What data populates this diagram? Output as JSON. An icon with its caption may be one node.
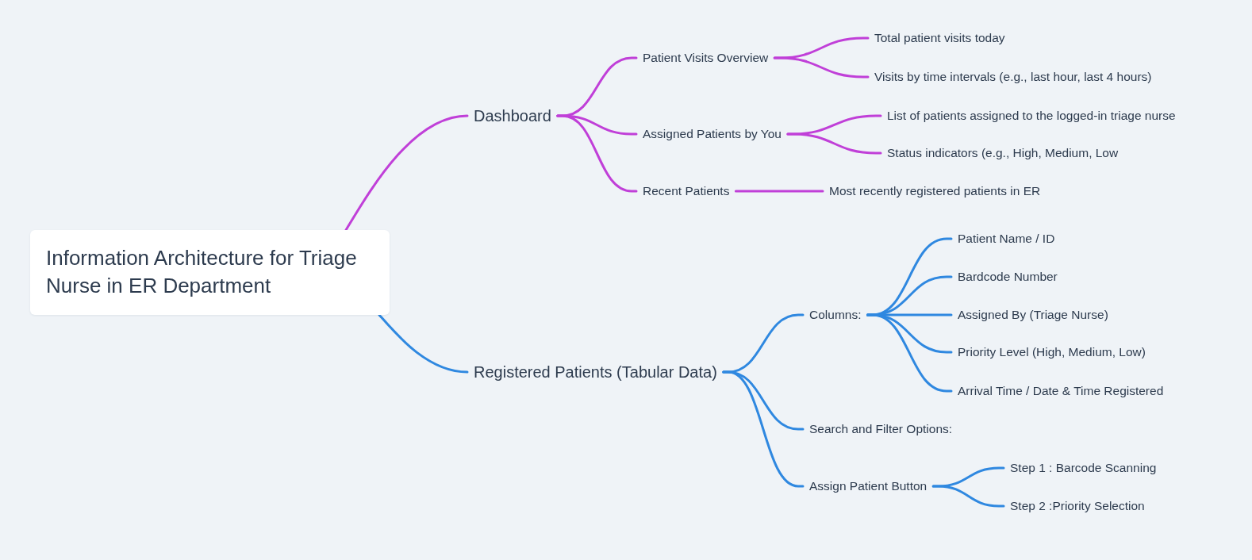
{
  "diagram": {
    "nodes": [
      {
        "text": [
          "Information Architecture for Triage Nurse in ER Department"
        ]
      },
      {
        "text": [
          "Dashboard"
        ]
      },
      {
        "text": [
          "Patient Visits Overview"
        ]
      },
      {
        "text": [
          "Total patient visits today"
        ]
      },
      {
        "text": [
          "Visits by time intervals (e.g., last hour, last 4 hours)"
        ]
      },
      {
        "text": [
          "Assigned Patients by You"
        ]
      },
      {
        "text": [
          "List of patients assigned to the logged-in triage nurse"
        ]
      },
      {
        "text": [
          "Status indicators (e.g., High, Medium, Low"
        ]
      },
      {
        "text": [
          "Recent Patients"
        ]
      },
      {
        "text": [
          "Most recently registered patients in ER"
        ]
      },
      {
        "text": [
          "Registered Patients (Tabular Data)"
        ]
      },
      {
        "text": [
          "Columns:"
        ]
      },
      {
        "text": [
          "Patient Name / ID"
        ]
      },
      {
        "text": [
          "Bardcode Number"
        ]
      },
      {
        "text": [
          "Assigned By (Triage Nurse)"
        ]
      },
      {
        "text": [
          "Priority Level (High, Medium, Low)"
        ]
      },
      {
        "text": [
          "Arrival Time / Date & Time Registered"
        ]
      },
      {
        "text": [
          "Search and Filter Options:"
        ]
      },
      {
        "text": [
          "Assign Patient Button"
        ]
      },
      {
        "text": [
          "Step 1 : Barcode Scanning"
        ]
      },
      {
        "text": [
          "Step 2 :Priority Selection"
        ]
      }
    ],
    "edges": [
      {
        "from": 0,
        "to": 1,
        "arrow": "none",
        "color": "#c03fd8"
      },
      {
        "from": 1,
        "to": 2,
        "arrow": "none",
        "color": "#c03fd8"
      },
      {
        "from": 2,
        "to": 3,
        "arrow": "none",
        "color": "#c03fd8"
      },
      {
        "from": 2,
        "to": 4,
        "arrow": "none",
        "color": "#c03fd8"
      },
      {
        "from": 1,
        "to": 5,
        "arrow": "none",
        "color": "#c03fd8"
      },
      {
        "from": 5,
        "to": 6,
        "arrow": "none",
        "color": "#c03fd8"
      },
      {
        "from": 5,
        "to": 7,
        "arrow": "none",
        "color": "#c03fd8"
      },
      {
        "from": 1,
        "to": 8,
        "arrow": "none",
        "color": "#c03fd8"
      },
      {
        "from": 8,
        "to": 9,
        "arrow": "none",
        "color": "#c03fd8"
      },
      {
        "from": 0,
        "to": 10,
        "arrow": "none"
      },
      {
        "from": 10,
        "to": 11,
        "arrow": "none"
      },
      {
        "from": 11,
        "to": 12,
        "arrow": "none"
      },
      {
        "from": 11,
        "to": 13,
        "arrow": "none"
      },
      {
        "from": 11,
        "to": 14,
        "arrow": "none"
      },
      {
        "from": 11,
        "to": 15,
        "arrow": "none"
      },
      {
        "from": 11,
        "to": 16,
        "arrow": "none"
      },
      {
        "from": 10,
        "to": 17,
        "arrow": "none"
      },
      {
        "from": 10,
        "to": 18,
        "arrow": "none"
      },
      {
        "from": 18,
        "to": 19,
        "arrow": "none"
      },
      {
        "from": 18,
        "to": 20,
        "arrow": "none"
      }
    ]
  }
}
